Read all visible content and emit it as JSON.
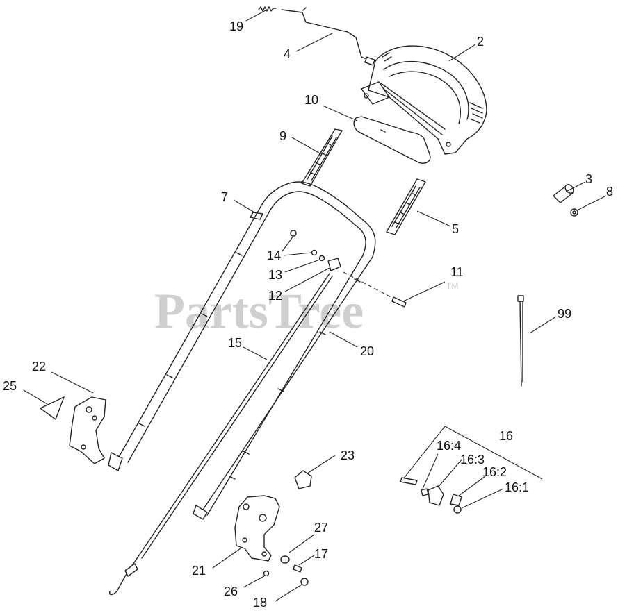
{
  "watermark": {
    "text": "PartsTree",
    "trademark": "TM"
  },
  "callouts": [
    {
      "id": "c19",
      "label": "19"
    },
    {
      "id": "c4",
      "label": "4"
    },
    {
      "id": "c2",
      "label": "2"
    },
    {
      "id": "c10",
      "label": "10"
    },
    {
      "id": "c9",
      "label": "9"
    },
    {
      "id": "c3",
      "label": "3"
    },
    {
      "id": "c8",
      "label": "8"
    },
    {
      "id": "c7",
      "label": "7"
    },
    {
      "id": "c5",
      "label": "5"
    },
    {
      "id": "c14",
      "label": "14"
    },
    {
      "id": "c13",
      "label": "13"
    },
    {
      "id": "c12",
      "label": "12"
    },
    {
      "id": "c11",
      "label": "11"
    },
    {
      "id": "c99",
      "label": "99"
    },
    {
      "id": "c15",
      "label": "15"
    },
    {
      "id": "c20",
      "label": "20"
    },
    {
      "id": "c22",
      "label": "22"
    },
    {
      "id": "c25",
      "label": "25"
    },
    {
      "id": "c16",
      "label": "16"
    },
    {
      "id": "c16_4",
      "label": "16:4"
    },
    {
      "id": "c16_3",
      "label": "16:3"
    },
    {
      "id": "c16_2",
      "label": "16:2"
    },
    {
      "id": "c16_1",
      "label": "16:1"
    },
    {
      "id": "c23",
      "label": "23"
    },
    {
      "id": "c27",
      "label": "27"
    },
    {
      "id": "c17",
      "label": "17"
    },
    {
      "id": "c21",
      "label": "21"
    },
    {
      "id": "c26",
      "label": "26"
    },
    {
      "id": "c18",
      "label": "18"
    }
  ]
}
